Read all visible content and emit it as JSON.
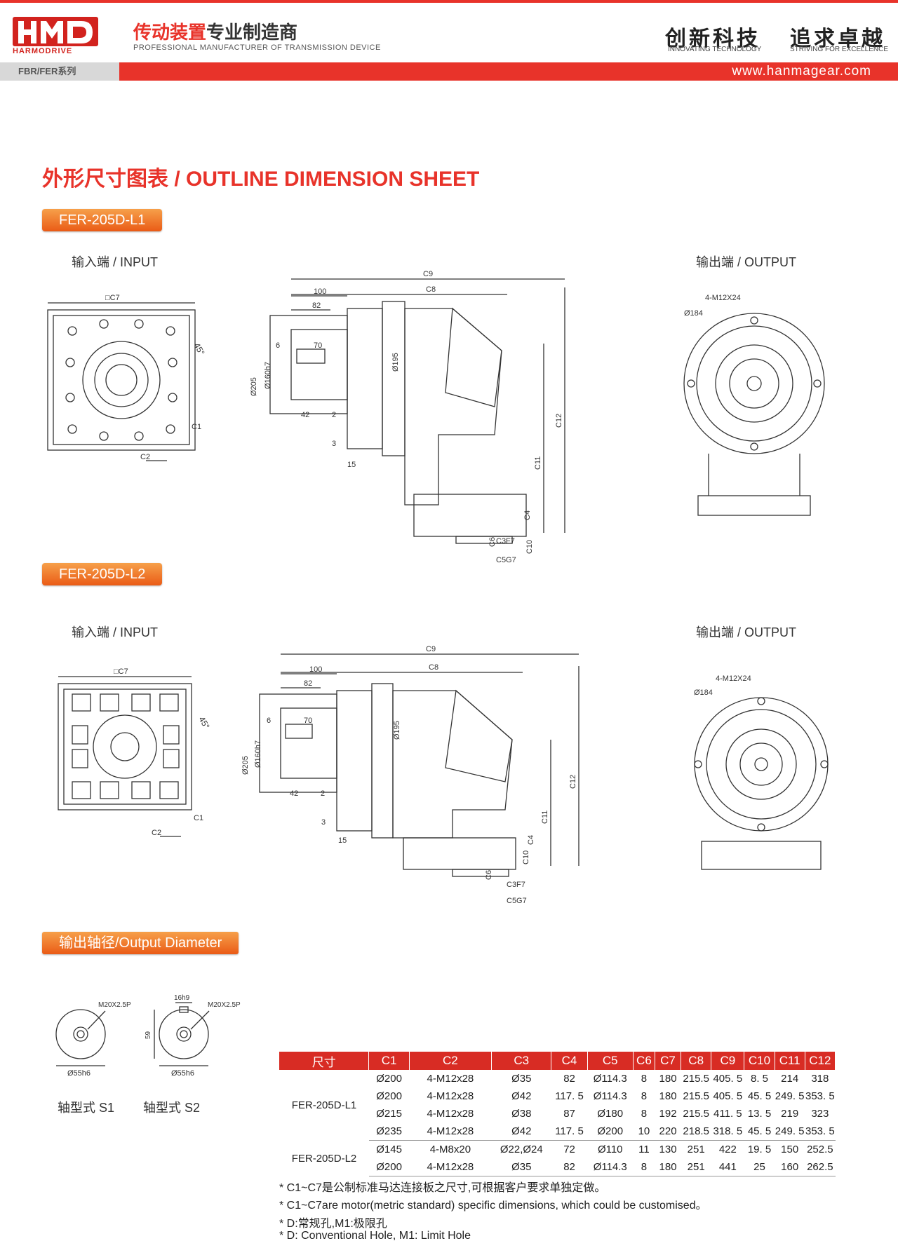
{
  "header": {
    "brand": "HMD",
    "brand_sub": "HARMODRIVE",
    "tagline_cn_red": "传动装置",
    "tagline_cn_dark": "专业制造商",
    "tagline_en": "PROFESSIONAL MANUFACTURER OF TRANSMISSION DEVICE",
    "slogan1": "创新科技",
    "slogan1_en": "INNOVATING TECHNOLOGY",
    "slogan2": "追求卓越",
    "slogan2_en": "STRIVING FOR EXCELLENCE",
    "series": "FBR/FER系列",
    "website": "www.hanmagear.com"
  },
  "title": "外形尺寸图表 / OUTLINE DIMENSION SHEET",
  "models": [
    {
      "name": "FER-205D-L1",
      "input_label": "输入端 / INPUT",
      "output_label": "输出端 / OUTPUT"
    },
    {
      "name": "FER-205D-L2",
      "input_label": "输入端 / INPUT",
      "output_label": "输出端 / OUTPUT"
    }
  ],
  "dims": {
    "c9": "C9",
    "c8": "C8",
    "d100": "100",
    "d82": "82",
    "d6": "6",
    "d70": "70",
    "d42": "42",
    "d2": "2",
    "d3": "3",
    "d15": "15",
    "d205": "Ø205",
    "d160": "Ø160h7",
    "d195": "Ø195",
    "c11": "C11",
    "c12": "C12",
    "c4": "C4",
    "c10": "C10",
    "c6": "C6",
    "c3": "C3F7",
    "c5": "C5G7",
    "c7": "□C7",
    "angle": "45°",
    "c1": "C1",
    "c2": "C2",
    "bolt": "4-M12X24",
    "pcd": "Ø184"
  },
  "output_diameter": {
    "title": "输出轴径/Output Diameter",
    "s1": {
      "thread": "M20X2.5P",
      "dia": "Ø55h6",
      "label": "轴型式 S1"
    },
    "s2": {
      "thread": "M20X2.5P",
      "dia": "Ø55h6",
      "key": "16h9",
      "height": "59",
      "label": "轴型式 S2"
    }
  },
  "table": {
    "headers": [
      "尺寸",
      "C1",
      "C2",
      "C3",
      "C4",
      "C5",
      "C6",
      "C7",
      "C8",
      "C9",
      "C10",
      "C11",
      "C12"
    ],
    "groups": [
      {
        "model": "FER-205D-L1",
        "rows": [
          [
            "Ø200",
            "4-M12x28",
            "Ø35",
            "82",
            "Ø114.3",
            "8",
            "180",
            "215.5",
            "405. 5",
            "8. 5",
            "214",
            "318"
          ],
          [
            "Ø200",
            "4-M12x28",
            "Ø42",
            "117. 5",
            "Ø114.3",
            "8",
            "180",
            "215.5",
            "405. 5",
            "45. 5",
            "249. 5",
            "353. 5"
          ],
          [
            "Ø215",
            "4-M12x28",
            "Ø38",
            "87",
            "Ø180",
            "8",
            "192",
            "215.5",
            "411. 5",
            "13. 5",
            "219",
            "323"
          ],
          [
            "Ø235",
            "4-M12x28",
            "Ø42",
            "117. 5",
            "Ø200",
            "10",
            "220",
            "218.5",
            "318. 5",
            "45. 5",
            "249. 5",
            "353. 5"
          ]
        ]
      },
      {
        "model": "FER-205D-L2",
        "rows": [
          [
            "Ø145",
            "4-M8x20",
            "Ø22,Ø24",
            "72",
            "Ø110",
            "11",
            "130",
            "251",
            "422",
            "19. 5",
            "150",
            "252.5"
          ],
          [
            "Ø200",
            "4-M12x28",
            "Ø35",
            "82",
            "Ø114.3",
            "8",
            "180",
            "251",
            "441",
            "25",
            "160",
            "262.5"
          ]
        ]
      }
    ]
  },
  "notes": [
    "* C1~C7是公制标准马达连接板之尺寸,可根据客户要求单独定做。",
    "* C1~C7are motor(metric standard)  specific dimensions, which could be customised。",
    "* D:常规孔,M1:极限孔",
    "* D: Conventional Hole, M1: Limit Hole"
  ]
}
